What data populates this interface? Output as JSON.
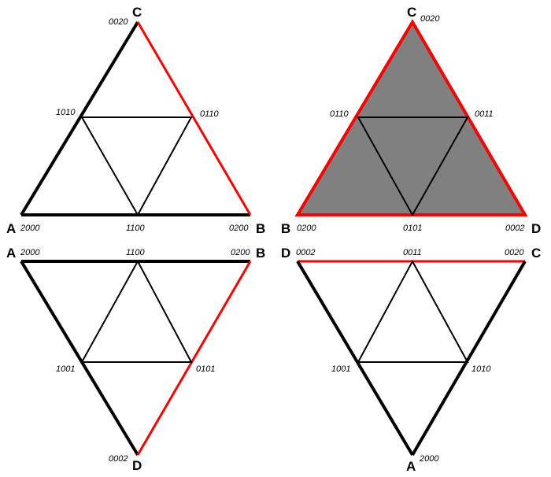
{
  "colors": {
    "black_edge": "#000000",
    "red_edge": "#ff0000",
    "face_fill": "#808080",
    "background": "#ffffff"
  },
  "panels": [
    {
      "name": "top-left",
      "vertices": [
        {
          "letter": "A",
          "code": "2000"
        },
        {
          "letter": "B",
          "code": "0200"
        },
        {
          "letter": "C",
          "code": "0020"
        }
      ],
      "midpoints": [
        "1010",
        "0110",
        "1100"
      ],
      "highlighted_face": false
    },
    {
      "name": "top-right",
      "vertices": [
        {
          "letter": "B",
          "code": "0200"
        },
        {
          "letter": "D",
          "code": "0002"
        },
        {
          "letter": "C",
          "code": "0020"
        }
      ],
      "midpoints": [
        "0110",
        "0011",
        "0101"
      ],
      "highlighted_face": true
    },
    {
      "name": "bottom-left",
      "vertices": [
        {
          "letter": "A",
          "code": "2000"
        },
        {
          "letter": "B",
          "code": "0200"
        },
        {
          "letter": "D",
          "code": "0002"
        }
      ],
      "midpoints": [
        "1100",
        "1001",
        "0101"
      ],
      "highlighted_face": false
    },
    {
      "name": "bottom-right",
      "vertices": [
        {
          "letter": "D",
          "code": "0002"
        },
        {
          "letter": "C",
          "code": "0020"
        },
        {
          "letter": "A",
          "code": "2000"
        }
      ],
      "midpoints": [
        "0011",
        "1001",
        "1010"
      ],
      "highlighted_face": false
    }
  ]
}
